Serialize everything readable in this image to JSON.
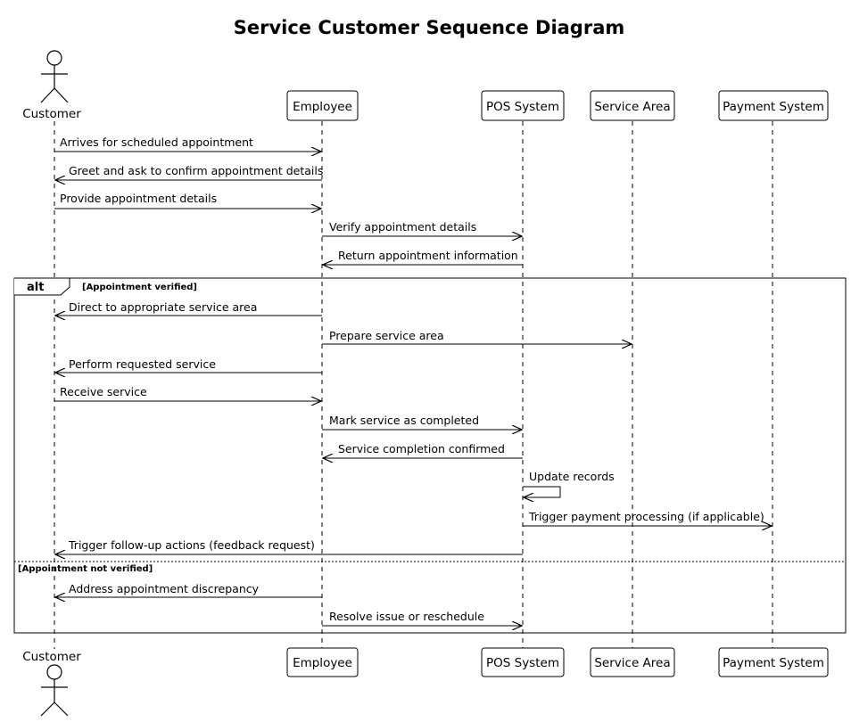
{
  "diagram": {
    "title": "Service Customer Sequence Diagram",
    "participants": [
      {
        "id": "customer",
        "label": "Customer",
        "kind": "actor"
      },
      {
        "id": "employee",
        "label": "Employee",
        "kind": "box"
      },
      {
        "id": "pos",
        "label": "POS System",
        "kind": "box"
      },
      {
        "id": "service",
        "label": "Service Area",
        "kind": "box"
      },
      {
        "id": "payment",
        "label": "Payment System",
        "kind": "box"
      }
    ],
    "messages": [
      {
        "from": "customer",
        "to": "employee",
        "label": "Arrives for scheduled appointment"
      },
      {
        "from": "employee",
        "to": "customer",
        "label": "Greet and ask to confirm appointment details"
      },
      {
        "from": "customer",
        "to": "employee",
        "label": "Provide appointment details"
      },
      {
        "from": "employee",
        "to": "pos",
        "label": "Verify appointment details"
      },
      {
        "from": "pos",
        "to": "employee",
        "label": "Return appointment information"
      },
      {
        "from": "employee",
        "to": "customer",
        "label": "Direct to appropriate service area"
      },
      {
        "from": "employee",
        "to": "service",
        "label": "Prepare service area"
      },
      {
        "from": "employee",
        "to": "customer",
        "label": "Perform requested service"
      },
      {
        "from": "customer",
        "to": "employee",
        "label": "Receive service"
      },
      {
        "from": "employee",
        "to": "pos",
        "label": "Mark service as completed"
      },
      {
        "from": "pos",
        "to": "employee",
        "label": "Service completion confirmed"
      },
      {
        "from": "pos",
        "to": "pos",
        "label": "Update records"
      },
      {
        "from": "pos",
        "to": "payment",
        "label": "Trigger payment processing (if applicable)"
      },
      {
        "from": "pos",
        "to": "customer",
        "label": "Trigger follow-up actions (feedback request)"
      },
      {
        "from": "employee",
        "to": "customer",
        "label": "Address appointment discrepancy"
      },
      {
        "from": "employee",
        "to": "pos",
        "label": "Resolve issue or reschedule"
      }
    ],
    "fragment": {
      "keyword": "alt",
      "first_guard": "[Appointment verified]",
      "second_guard": "[Appointment not verified]"
    }
  }
}
